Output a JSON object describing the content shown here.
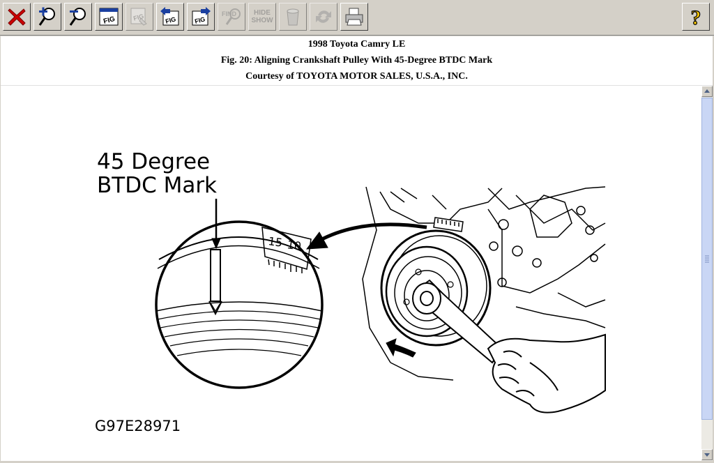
{
  "toolbar": {
    "buttons": [
      {
        "name": "close-button",
        "icon": "red-x-icon",
        "enabled": true
      },
      {
        "name": "zoom-in-button",
        "icon": "magnifier-plus-icon",
        "enabled": true
      },
      {
        "name": "zoom-out-button",
        "icon": "magnifier-minus-icon",
        "enabled": true
      },
      {
        "name": "figure-button",
        "icon": "fig-icon",
        "enabled": true
      },
      {
        "name": "figure-hand-button",
        "icon": "fig-hand-icon",
        "enabled": false
      },
      {
        "name": "previous-figure-button",
        "icon": "fig-back-icon",
        "enabled": true
      },
      {
        "name": "next-figure-button",
        "icon": "fig-forward-icon",
        "enabled": true
      },
      {
        "name": "find-button",
        "icon": "find-icon",
        "enabled": false
      },
      {
        "name": "hide-show-button",
        "icon": "hide-show-icon",
        "enabled": false
      },
      {
        "name": "bucket-button",
        "icon": "bucket-icon",
        "enabled": false
      },
      {
        "name": "refresh-button",
        "icon": "refresh-icon",
        "enabled": false
      },
      {
        "name": "print-button",
        "icon": "printer-icon",
        "enabled": true
      },
      {
        "name": "help-button",
        "icon": "question-icon",
        "enabled": true
      }
    ],
    "fig_text": "FIG",
    "find_text": "FIND",
    "hide_text": "HIDE",
    "show_text": "SHOW",
    "help_text": "?"
  },
  "header": {
    "vehicle": "1998 Toyota Camry LE",
    "figure_title": "Fig. 20: Aligning Crankshaft Pulley With 45-Degree BTDC Mark",
    "courtesy": "Courtesy of TOYOTA MOTOR SALES, U.S.A., INC."
  },
  "figure": {
    "label_line1": "45 Degree",
    "label_line2": "BTDC Mark",
    "scale_15": "15",
    "scale_10": "10",
    "figure_id": "G97E28971"
  },
  "colors": {
    "chrome": "#d4d0c8",
    "close_red": "#cc0000",
    "help_yellow": "#f5c400",
    "scroll_thumb": "#c9d6f5"
  }
}
